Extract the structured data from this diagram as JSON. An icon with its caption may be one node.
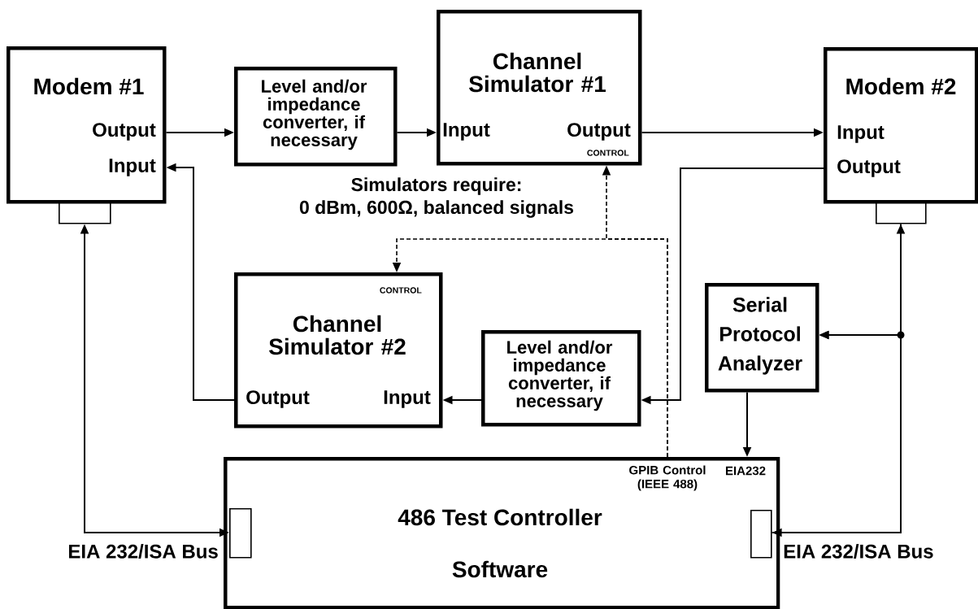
{
  "diagram": {
    "nodes": [
      {
        "text": [
          "Modem #1",
          "Output",
          "Input"
        ]
      },
      {
        "text": [
          "Level and/or impedance converter, if necessary"
        ]
      },
      {
        "text": [
          "Channel Simulator #1",
          "Input",
          "Output",
          "CONTROL"
        ]
      },
      {
        "text": [
          "Modem #2",
          "Input",
          "Output"
        ]
      },
      {
        "text": [
          "CONTROL",
          "Channel Simulator #2",
          "Output",
          "Input"
        ]
      },
      {
        "text": [
          "Level and/or impedance converter, if necessary"
        ]
      },
      {
        "text": [
          "Serial Protocol Analyzer"
        ]
      },
      {
        "text": [
          "GPIB Control (IEEE 488)",
          "EIA232",
          "486 Test Controller",
          "Software"
        ]
      },
      {
        "text": [],
        "shape": "box"
      },
      {
        "text": [],
        "shape": "box"
      },
      {
        "text": [],
        "shape": "box",
        "in": 7
      },
      {
        "text": [],
        "shape": "box",
        "in": 7
      }
    ],
    "edges": [
      {
        "from": 0,
        "to": 1,
        "arrow": "to"
      },
      {
        "from": 1,
        "to": 2,
        "arrow": "to"
      },
      {
        "from": 2,
        "to": 3,
        "arrow": "to"
      },
      {
        "from": 3,
        "to": 5,
        "arrow": "to"
      },
      {
        "from": 5,
        "to": 4,
        "arrow": "to"
      },
      {
        "from": 4,
        "to": 0,
        "arrow": "to"
      },
      {
        "from": 8,
        "to": 10,
        "arrow": "both"
      },
      {
        "from": 11,
        "to": 9,
        "arrow": "both"
      },
      {
        "from": 9,
        "to": 6,
        "arrow": "to"
      },
      {
        "from": 11,
        "to": 6,
        "arrow": "to"
      },
      {
        "from": 6,
        "to": 7,
        "arrow": "to"
      },
      {
        "from": 7,
        "to": 2,
        "arrow": "to",
        "style": "dashed"
      },
      {
        "from": 7,
        "to": 4,
        "arrow": "to",
        "style": "dashed"
      }
    ],
    "labels": [
      "Simulators require:",
      "0 dBm, 600Ω, balanced signals",
      "EIA 232/ISA Bus",
      "EIA 232/ISA Bus"
    ]
  }
}
